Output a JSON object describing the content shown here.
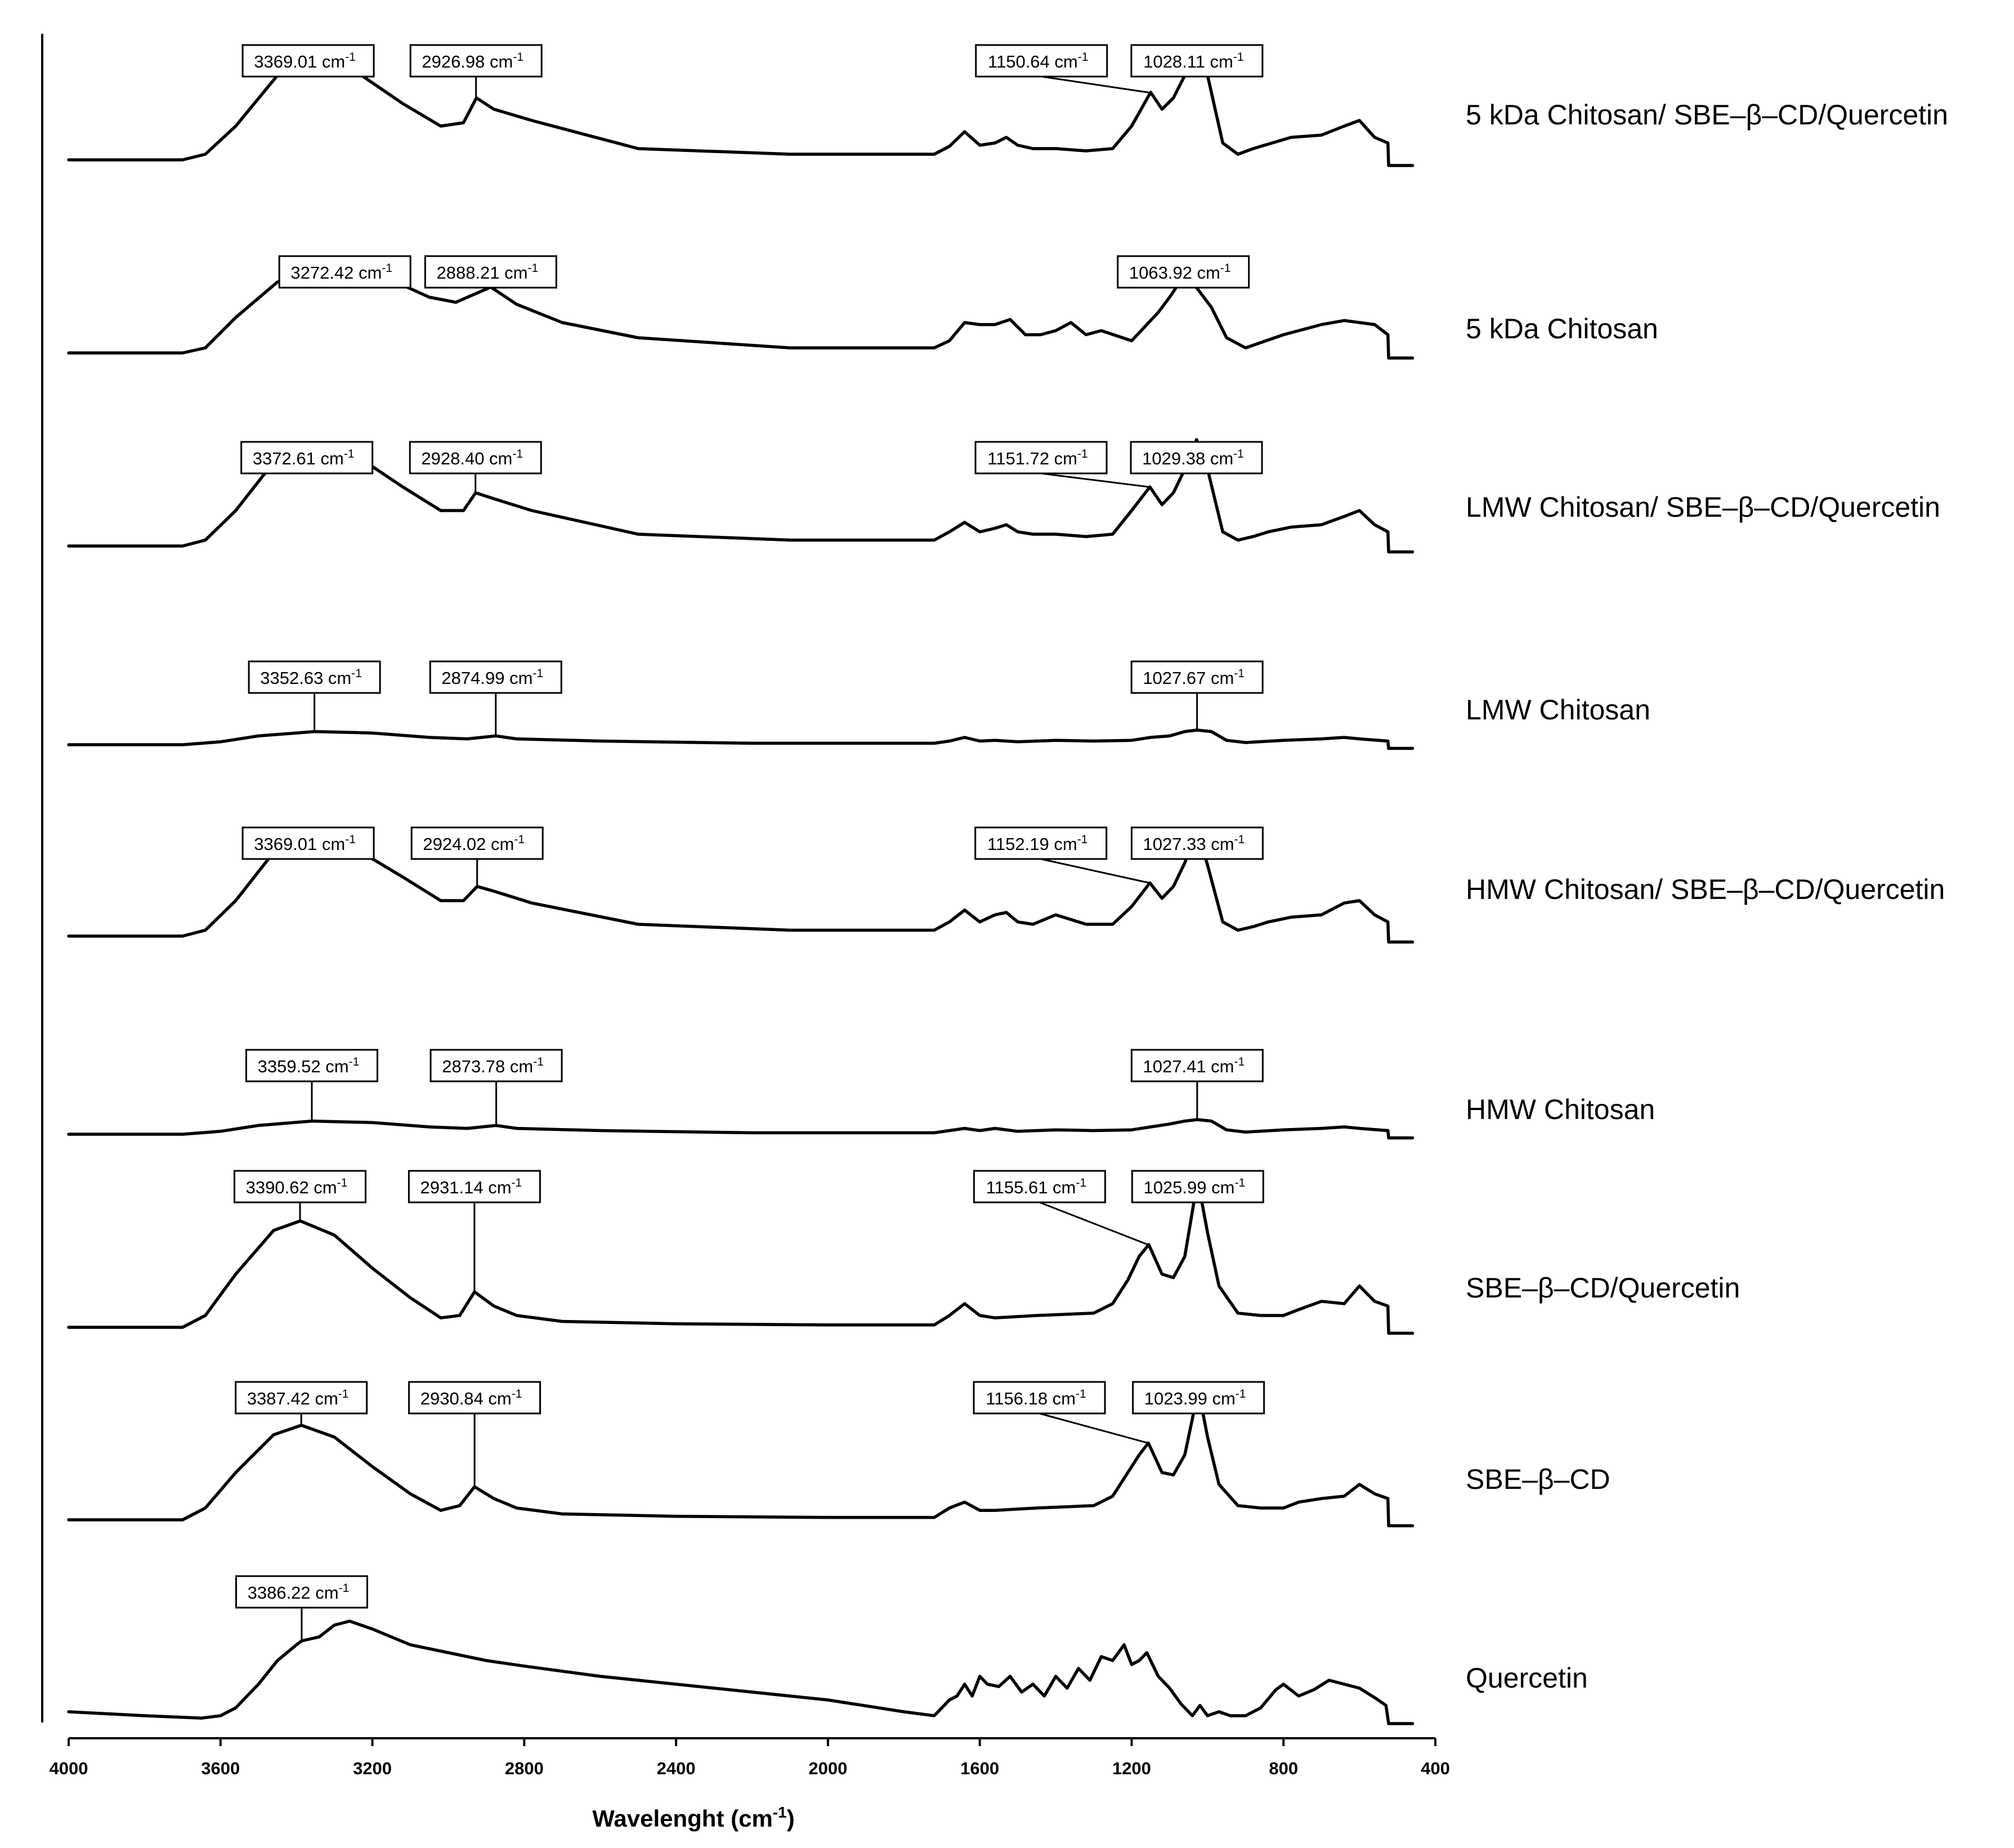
{
  "chart_data": {
    "type": "line",
    "xlabel": "Wavelenght (cm",
    "xlabel_sup": "-1",
    "xlabel_suffix": ")",
    "xlim": [
      4000,
      400
    ],
    "x_ticks": [
      4000,
      3600,
      3200,
      2800,
      2400,
      2000,
      1600,
      1200,
      800,
      400
    ],
    "y_axis": "stacked offset traces, no tick labels",
    "grid": false,
    "series": [
      {
        "name": "5 kDa Chitosan/ SBE–β–CD/Quercetin",
        "x": [
          4000,
          3700,
          3640,
          3560,
          3450,
          3369,
          3250,
          3120,
          3020,
          2960,
          2926,
          2880,
          2780,
          2500,
          2100,
          1720,
          1680,
          1640,
          1600,
          1560,
          1530,
          1500,
          1460,
          1400,
          1320,
          1250,
          1200,
          1150,
          1120,
          1090,
          1060,
          1028,
          1000,
          960,
          920,
          880,
          840,
          780,
          700,
          640,
          600,
          560,
          525,
          523,
          460
        ],
        "y": [
          0.0,
          0.0,
          0.05,
          0.3,
          0.75,
          0.9,
          0.8,
          0.5,
          0.3,
          0.33,
          0.55,
          0.45,
          0.35,
          0.1,
          0.05,
          0.05,
          0.12,
          0.25,
          0.13,
          0.15,
          0.2,
          0.13,
          0.1,
          0.1,
          0.08,
          0.1,
          0.3,
          0.6,
          0.45,
          0.55,
          0.75,
          1.0,
          0.75,
          0.15,
          0.05,
          0.1,
          0.14,
          0.2,
          0.22,
          0.3,
          0.35,
          0.2,
          0.15,
          -0.05,
          -0.05
        ]
      },
      {
        "name": "5 kDa Chitosan",
        "x": [
          4000,
          3700,
          3640,
          3560,
          3450,
          3272,
          3150,
          3050,
          2980,
          2888,
          2820,
          2700,
          2500,
          2100,
          1720,
          1680,
          1640,
          1600,
          1560,
          1520,
          1480,
          1440,
          1400,
          1360,
          1320,
          1280,
          1200,
          1130,
          1100,
          1064,
          1030,
          990,
          950,
          900,
          800,
          700,
          640,
          600,
          560,
          525,
          523,
          460
        ],
        "y": [
          0.0,
          0.0,
          0.05,
          0.35,
          0.7,
          0.85,
          0.72,
          0.55,
          0.5,
          0.65,
          0.48,
          0.3,
          0.15,
          0.05,
          0.05,
          0.12,
          0.3,
          0.28,
          0.28,
          0.33,
          0.18,
          0.18,
          0.22,
          0.3,
          0.18,
          0.22,
          0.12,
          0.4,
          0.55,
          0.75,
          0.65,
          0.45,
          0.15,
          0.05,
          0.18,
          0.28,
          0.32,
          0.3,
          0.28,
          0.18,
          -0.05,
          -0.05
        ]
      },
      {
        "name": "LMW Chitosan/ SBE–β–CD/Quercetin",
        "x": [
          4000,
          3700,
          3640,
          3560,
          3450,
          3372,
          3250,
          3120,
          3020,
          2960,
          2928,
          2880,
          2780,
          2500,
          2100,
          1720,
          1680,
          1640,
          1600,
          1560,
          1530,
          1500,
          1460,
          1400,
          1320,
          1250,
          1200,
          1152,
          1120,
          1090,
          1060,
          1029,
          1000,
          960,
          920,
          880,
          840,
          780,
          700,
          640,
          600,
          560,
          525,
          523,
          460
        ],
        "y": [
          0.0,
          0.0,
          0.05,
          0.3,
          0.75,
          0.85,
          0.78,
          0.5,
          0.3,
          0.3,
          0.45,
          0.4,
          0.3,
          0.1,
          0.05,
          0.05,
          0.12,
          0.2,
          0.12,
          0.15,
          0.18,
          0.12,
          0.1,
          0.1,
          0.08,
          0.1,
          0.3,
          0.5,
          0.35,
          0.45,
          0.65,
          0.9,
          0.65,
          0.12,
          0.05,
          0.08,
          0.12,
          0.16,
          0.18,
          0.25,
          0.3,
          0.18,
          0.12,
          -0.05,
          -0.05
        ]
      },
      {
        "name": "LMW Chitosan",
        "x": [
          4000,
          3700,
          3600,
          3500,
          3352,
          3200,
          3050,
          2950,
          2875,
          2820,
          2600,
          2200,
          1720,
          1680,
          1640,
          1600,
          1560,
          1500,
          1400,
          1300,
          1200,
          1150,
          1100,
          1060,
          1028,
          990,
          950,
          900,
          800,
          700,
          640,
          600,
          525,
          523,
          460
        ],
        "y": [
          0.0,
          0.0,
          0.04,
          0.12,
          0.18,
          0.16,
          0.1,
          0.08,
          0.12,
          0.08,
          0.05,
          0.02,
          0.02,
          0.05,
          0.1,
          0.05,
          0.06,
          0.04,
          0.06,
          0.05,
          0.06,
          0.1,
          0.12,
          0.18,
          0.2,
          0.18,
          0.06,
          0.03,
          0.06,
          0.08,
          0.1,
          0.08,
          0.05,
          -0.05,
          -0.05
        ]
      },
      {
        "name": "HMW Chitosan/ SBE–β–CD/Quercetin",
        "x": [
          4000,
          3700,
          3640,
          3560,
          3450,
          3369,
          3250,
          3120,
          3020,
          2960,
          2924,
          2880,
          2780,
          2500,
          2100,
          1720,
          1680,
          1640,
          1600,
          1560,
          1530,
          1500,
          1460,
          1400,
          1320,
          1250,
          1200,
          1152,
          1120,
          1090,
          1060,
          1027,
          1000,
          960,
          920,
          880,
          840,
          780,
          700,
          640,
          600,
          560,
          525,
          523,
          460
        ],
        "y": [
          0.0,
          0.0,
          0.05,
          0.3,
          0.75,
          0.85,
          0.75,
          0.5,
          0.3,
          0.3,
          0.42,
          0.38,
          0.28,
          0.1,
          0.05,
          0.05,
          0.12,
          0.22,
          0.12,
          0.18,
          0.2,
          0.12,
          0.1,
          0.18,
          0.1,
          0.1,
          0.25,
          0.45,
          0.32,
          0.42,
          0.62,
          0.9,
          0.6,
          0.12,
          0.05,
          0.08,
          0.12,
          0.16,
          0.18,
          0.28,
          0.3,
          0.18,
          0.12,
          -0.05,
          -0.05
        ]
      },
      {
        "name": "HMW Chitosan",
        "x": [
          4000,
          3700,
          3600,
          3500,
          3359,
          3200,
          3050,
          2950,
          2874,
          2820,
          2600,
          2200,
          1720,
          1680,
          1640,
          1600,
          1560,
          1500,
          1400,
          1300,
          1200,
          1150,
          1100,
          1060,
          1027,
          990,
          950,
          900,
          800,
          700,
          640,
          600,
          525,
          523,
          460
        ],
        "y": [
          0.0,
          0.0,
          0.04,
          0.12,
          0.18,
          0.16,
          0.1,
          0.08,
          0.12,
          0.08,
          0.05,
          0.02,
          0.02,
          0.05,
          0.08,
          0.05,
          0.08,
          0.04,
          0.06,
          0.05,
          0.06,
          0.1,
          0.14,
          0.18,
          0.2,
          0.18,
          0.06,
          0.03,
          0.06,
          0.08,
          0.1,
          0.08,
          0.05,
          -0.05,
          -0.05
        ]
      },
      {
        "name": "SBE–β–CD/Quercetin",
        "x": [
          4000,
          3700,
          3640,
          3560,
          3460,
          3390,
          3300,
          3200,
          3100,
          3020,
          2970,
          2931,
          2880,
          2820,
          2700,
          2400,
          2000,
          1720,
          1680,
          1640,
          1600,
          1560,
          1450,
          1300,
          1250,
          1210,
          1180,
          1155,
          1120,
          1090,
          1060,
          1026,
          1000,
          970,
          920,
          860,
          800,
          760,
          700,
          640,
          600,
          560,
          525,
          523,
          460
        ],
        "y": [
          0.0,
          0.0,
          0.1,
          0.45,
          0.82,
          0.9,
          0.78,
          0.5,
          0.25,
          0.08,
          0.1,
          0.3,
          0.18,
          0.1,
          0.05,
          0.03,
          0.02,
          0.02,
          0.1,
          0.2,
          0.1,
          0.08,
          0.1,
          0.12,
          0.2,
          0.4,
          0.6,
          0.7,
          0.45,
          0.42,
          0.6,
          1.25,
          0.8,
          0.35,
          0.12,
          0.1,
          0.1,
          0.15,
          0.22,
          0.2,
          0.35,
          0.22,
          0.18,
          -0.05,
          -0.05
        ]
      },
      {
        "name": "SBE–β–CD",
        "x": [
          4000,
          3700,
          3640,
          3560,
          3460,
          3387,
          3300,
          3200,
          3100,
          3020,
          2970,
          2931,
          2880,
          2820,
          2700,
          2400,
          2000,
          1720,
          1680,
          1640,
          1600,
          1560,
          1450,
          1300,
          1250,
          1210,
          1180,
          1156,
          1120,
          1090,
          1060,
          1024,
          1000,
          970,
          920,
          860,
          800,
          760,
          700,
          640,
          600,
          560,
          525,
          523,
          460
        ],
        "y": [
          0.0,
          0.0,
          0.1,
          0.4,
          0.72,
          0.8,
          0.7,
          0.45,
          0.22,
          0.08,
          0.12,
          0.28,
          0.18,
          0.1,
          0.05,
          0.03,
          0.02,
          0.02,
          0.1,
          0.15,
          0.08,
          0.08,
          0.1,
          0.12,
          0.2,
          0.4,
          0.55,
          0.65,
          0.4,
          0.38,
          0.55,
          1.1,
          0.7,
          0.3,
          0.12,
          0.1,
          0.1,
          0.15,
          0.18,
          0.2,
          0.3,
          0.22,
          0.18,
          -0.05,
          -0.05
        ]
      },
      {
        "name": "Quercetin",
        "x": [
          4000,
          3800,
          3650,
          3600,
          3560,
          3500,
          3450,
          3400,
          3386,
          3340,
          3300,
          3260,
          3200,
          3100,
          3000,
          2900,
          2800,
          2600,
          2400,
          2200,
          2000,
          1800,
          1720,
          1680,
          1660,
          1640,
          1620,
          1600,
          1580,
          1550,
          1520,
          1490,
          1460,
          1430,
          1400,
          1370,
          1340,
          1310,
          1280,
          1250,
          1220,
          1200,
          1180,
          1160,
          1130,
          1100,
          1070,
          1040,
          1020,
          1000,
          970,
          940,
          900,
          860,
          820,
          800,
          760,
          720,
          680,
          640,
          600,
          560,
          530,
          523,
          460
        ],
        "y": [
          0.1,
          0.05,
          0.02,
          0.05,
          0.15,
          0.45,
          0.75,
          0.95,
          1.0,
          1.05,
          1.2,
          1.25,
          1.15,
          0.95,
          0.85,
          0.75,
          0.68,
          0.55,
          0.45,
          0.35,
          0.25,
          0.1,
          0.05,
          0.25,
          0.3,
          0.45,
          0.3,
          0.55,
          0.45,
          0.42,
          0.55,
          0.35,
          0.45,
          0.3,
          0.55,
          0.4,
          0.65,
          0.5,
          0.8,
          0.75,
          0.95,
          0.7,
          0.75,
          0.85,
          0.55,
          0.4,
          0.2,
          0.05,
          0.18,
          0.05,
          0.1,
          0.05,
          0.05,
          0.15,
          0.38,
          0.45,
          0.3,
          0.38,
          0.5,
          0.45,
          0.4,
          0.28,
          0.18,
          -0.05,
          -0.05
        ]
      }
    ],
    "annotations": [
      {
        "series": 0,
        "x": 3369.01,
        "label": "3369.01 cm",
        "sup": "-1"
      },
      {
        "series": 0,
        "x": 2926.98,
        "label": "2926.98 cm",
        "sup": "-1"
      },
      {
        "series": 0,
        "x": 1150.64,
        "label": "1150.64 cm",
        "sup": "-1"
      },
      {
        "series": 0,
        "x": 1028.11,
        "label": "1028.11 cm",
        "sup": "-1"
      },
      {
        "series": 1,
        "x": 3272.42,
        "label": "3272.42 cm",
        "sup": "-1"
      },
      {
        "series": 1,
        "x": 2888.21,
        "label": "2888.21 cm",
        "sup": "-1"
      },
      {
        "series": 1,
        "x": 1063.92,
        "label": "1063.92 cm",
        "sup": "-1"
      },
      {
        "series": 2,
        "x": 3372.61,
        "label": "3372.61 cm",
        "sup": "-1"
      },
      {
        "series": 2,
        "x": 2928.4,
        "label": "2928.40 cm",
        "sup": "-1"
      },
      {
        "series": 2,
        "x": 1151.72,
        "label": "1151.72 cm",
        "sup": "-1"
      },
      {
        "series": 2,
        "x": 1029.38,
        "label": "1029.38 cm",
        "sup": "-1"
      },
      {
        "series": 3,
        "x": 3352.63,
        "label": "3352.63 cm",
        "sup": "-1"
      },
      {
        "series": 3,
        "x": 2874.99,
        "label": "2874.99 cm",
        "sup": "-1"
      },
      {
        "series": 3,
        "x": 1027.67,
        "label": "1027.67 cm",
        "sup": "-1"
      },
      {
        "series": 4,
        "x": 3369.01,
        "label": "3369.01 cm",
        "sup": "-1"
      },
      {
        "series": 4,
        "x": 2924.02,
        "label": "2924.02 cm",
        "sup": "-1"
      },
      {
        "series": 4,
        "x": 1152.19,
        "label": "1152.19 cm",
        "sup": "-1"
      },
      {
        "series": 4,
        "x": 1027.33,
        "label": "1027.33 cm",
        "sup": "-1"
      },
      {
        "series": 5,
        "x": 3359.52,
        "label": "3359.52 cm",
        "sup": "-1"
      },
      {
        "series": 5,
        "x": 2873.78,
        "label": "2873.78 cm",
        "sup": "-1"
      },
      {
        "series": 5,
        "x": 1027.41,
        "label": "1027.41 cm",
        "sup": "-1"
      },
      {
        "series": 6,
        "x": 3390.62,
        "label": "3390.62 cm",
        "sup": "-1"
      },
      {
        "series": 6,
        "x": 2931.14,
        "label": "2931.14 cm",
        "sup": "-1"
      },
      {
        "series": 6,
        "x": 1155.61,
        "label": "1155.61 cm",
        "sup": "-1"
      },
      {
        "series": 6,
        "x": 1025.99,
        "label": "1025.99 cm",
        "sup": "-1"
      },
      {
        "series": 7,
        "x": 3387.42,
        "label": "3387.42 cm",
        "sup": "-1"
      },
      {
        "series": 7,
        "x": 2930.84,
        "label": "2930.84 cm",
        "sup": "-1"
      },
      {
        "series": 7,
        "x": 1156.18,
        "label": "1156.18 cm",
        "sup": "-1"
      },
      {
        "series": 7,
        "x": 1023.99,
        "label": "1023.99 cm",
        "sup": "-1"
      },
      {
        "series": 8,
        "x": 3386.22,
        "label": "3386.22 cm",
        "sup": "-1"
      }
    ]
  }
}
